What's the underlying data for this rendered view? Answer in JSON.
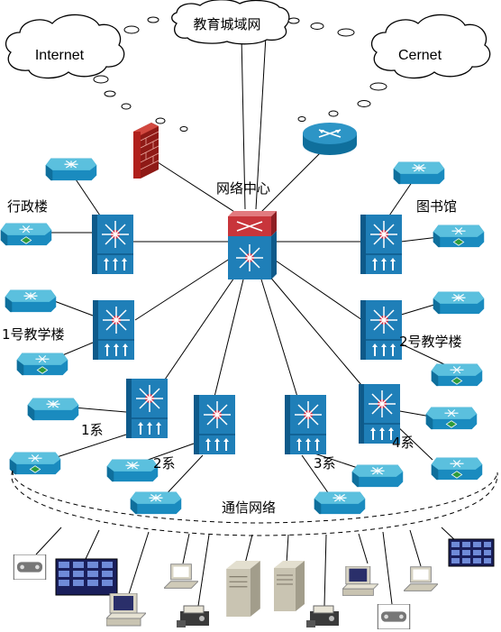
{
  "labels": {
    "campus_network": "教育城域网",
    "internet": "Internet",
    "cernet": "Cernet",
    "network_center": "网络中心",
    "admin_building": "行政楼",
    "library": "图书馆",
    "teaching_building_1": "1号教学楼",
    "teaching_building_2": "2号教学楼",
    "dept_1": "1系",
    "dept_2": "2系",
    "dept_3": "3系",
    "dept_4": "4系",
    "comm_network": "通信网络"
  },
  "colors": {
    "switch_blue": "#1f7fb8",
    "switch_dark": "#0e5a8a",
    "hub_cyan": "#3aa7c9",
    "firewall_red": "#b0201c",
    "core_red": "#c8353b",
    "center_dot": "#d7263d"
  },
  "icons": {
    "firewall": "firewall-icon",
    "router": "router-icon",
    "core_switch": "core-switch-icon",
    "distribution_switch": "distribution-switch-icon",
    "access_switch": "access-switch-icon",
    "cloud": "cloud-icon",
    "server": "server-icon",
    "pc": "pc-icon",
    "laptop": "laptop-icon",
    "printer": "printer-icon",
    "scanner": "scanner-icon",
    "display_wall": "display-wall-icon"
  }
}
